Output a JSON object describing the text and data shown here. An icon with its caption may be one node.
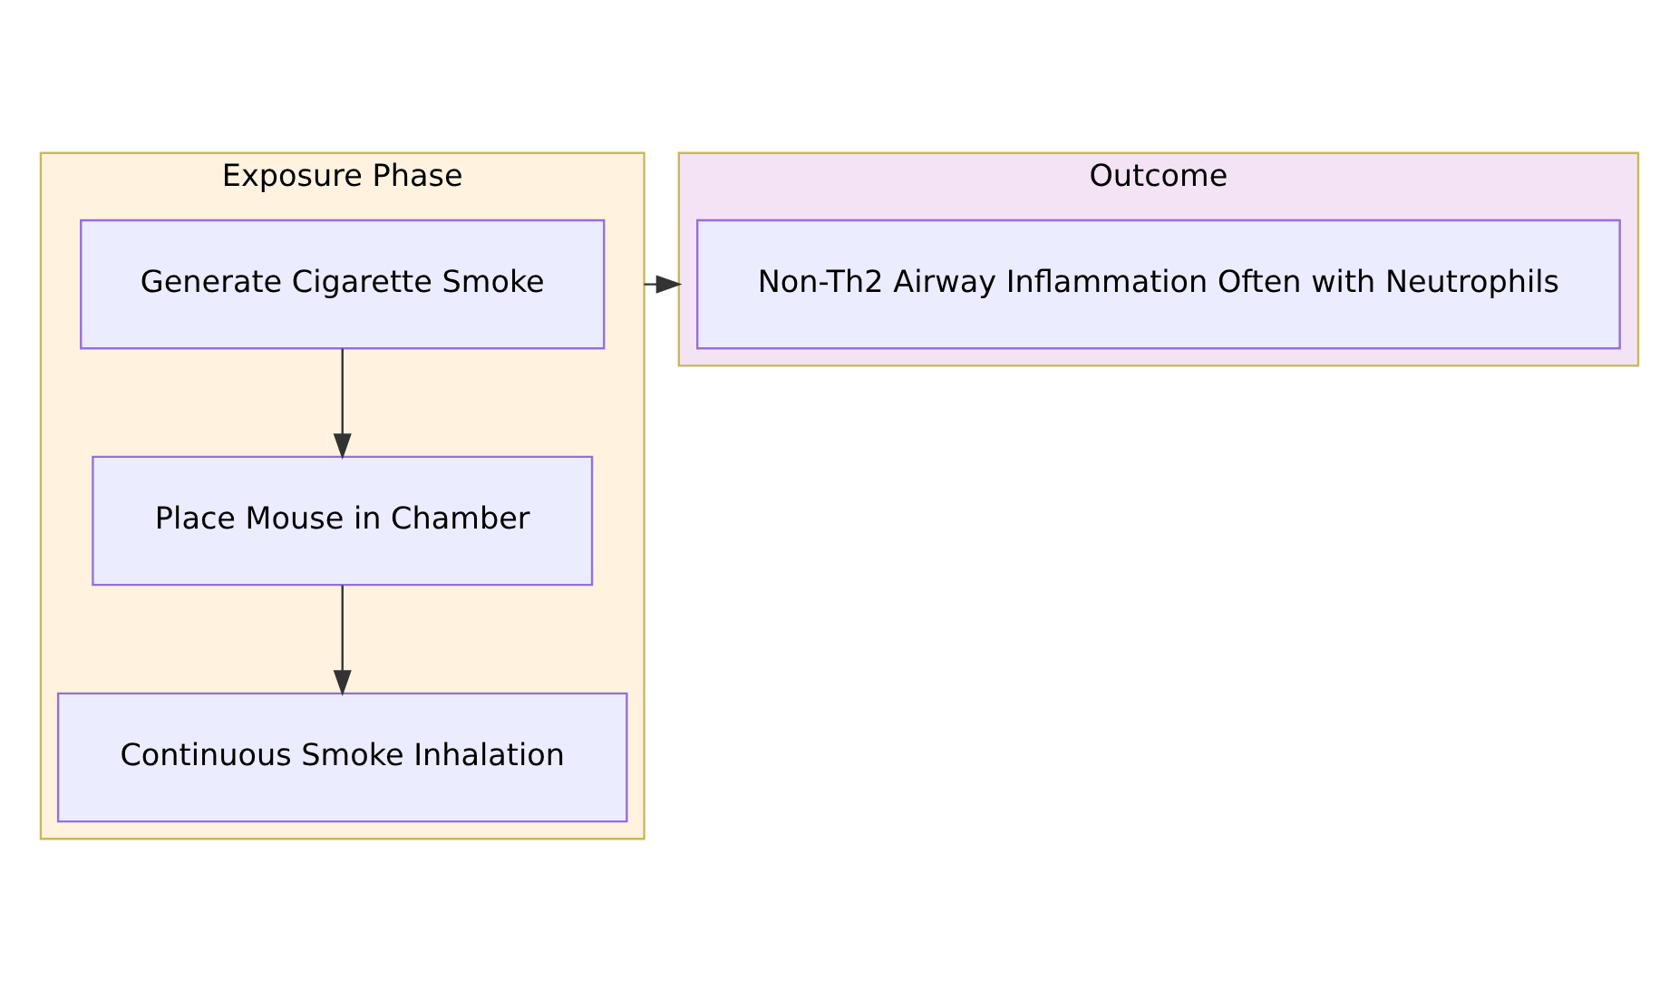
{
  "diagram": {
    "nodes": [
      {
        "text": [
          "Exposure Phase"
        ]
      },
      {
        "text": [
          "Generate Cigarette Smoke"
        ],
        "in": 0
      },
      {
        "text": [
          "Place Mouse in Chamber"
        ],
        "in": 0
      },
      {
        "text": [
          "Continuous Smoke Inhalation"
        ],
        "in": 0
      },
      {
        "text": [
          "Outcome"
        ]
      },
      {
        "text": [
          "Non-Th2 Airway Inflammation Often with Neutrophils"
        ],
        "in": 4
      }
    ],
    "edges": [
      {
        "from": 1,
        "to": 2,
        "arrow": "to"
      },
      {
        "from": 2,
        "to": 3,
        "arrow": "to"
      },
      {
        "from": 0,
        "to": 4,
        "arrow": "to"
      }
    ]
  }
}
